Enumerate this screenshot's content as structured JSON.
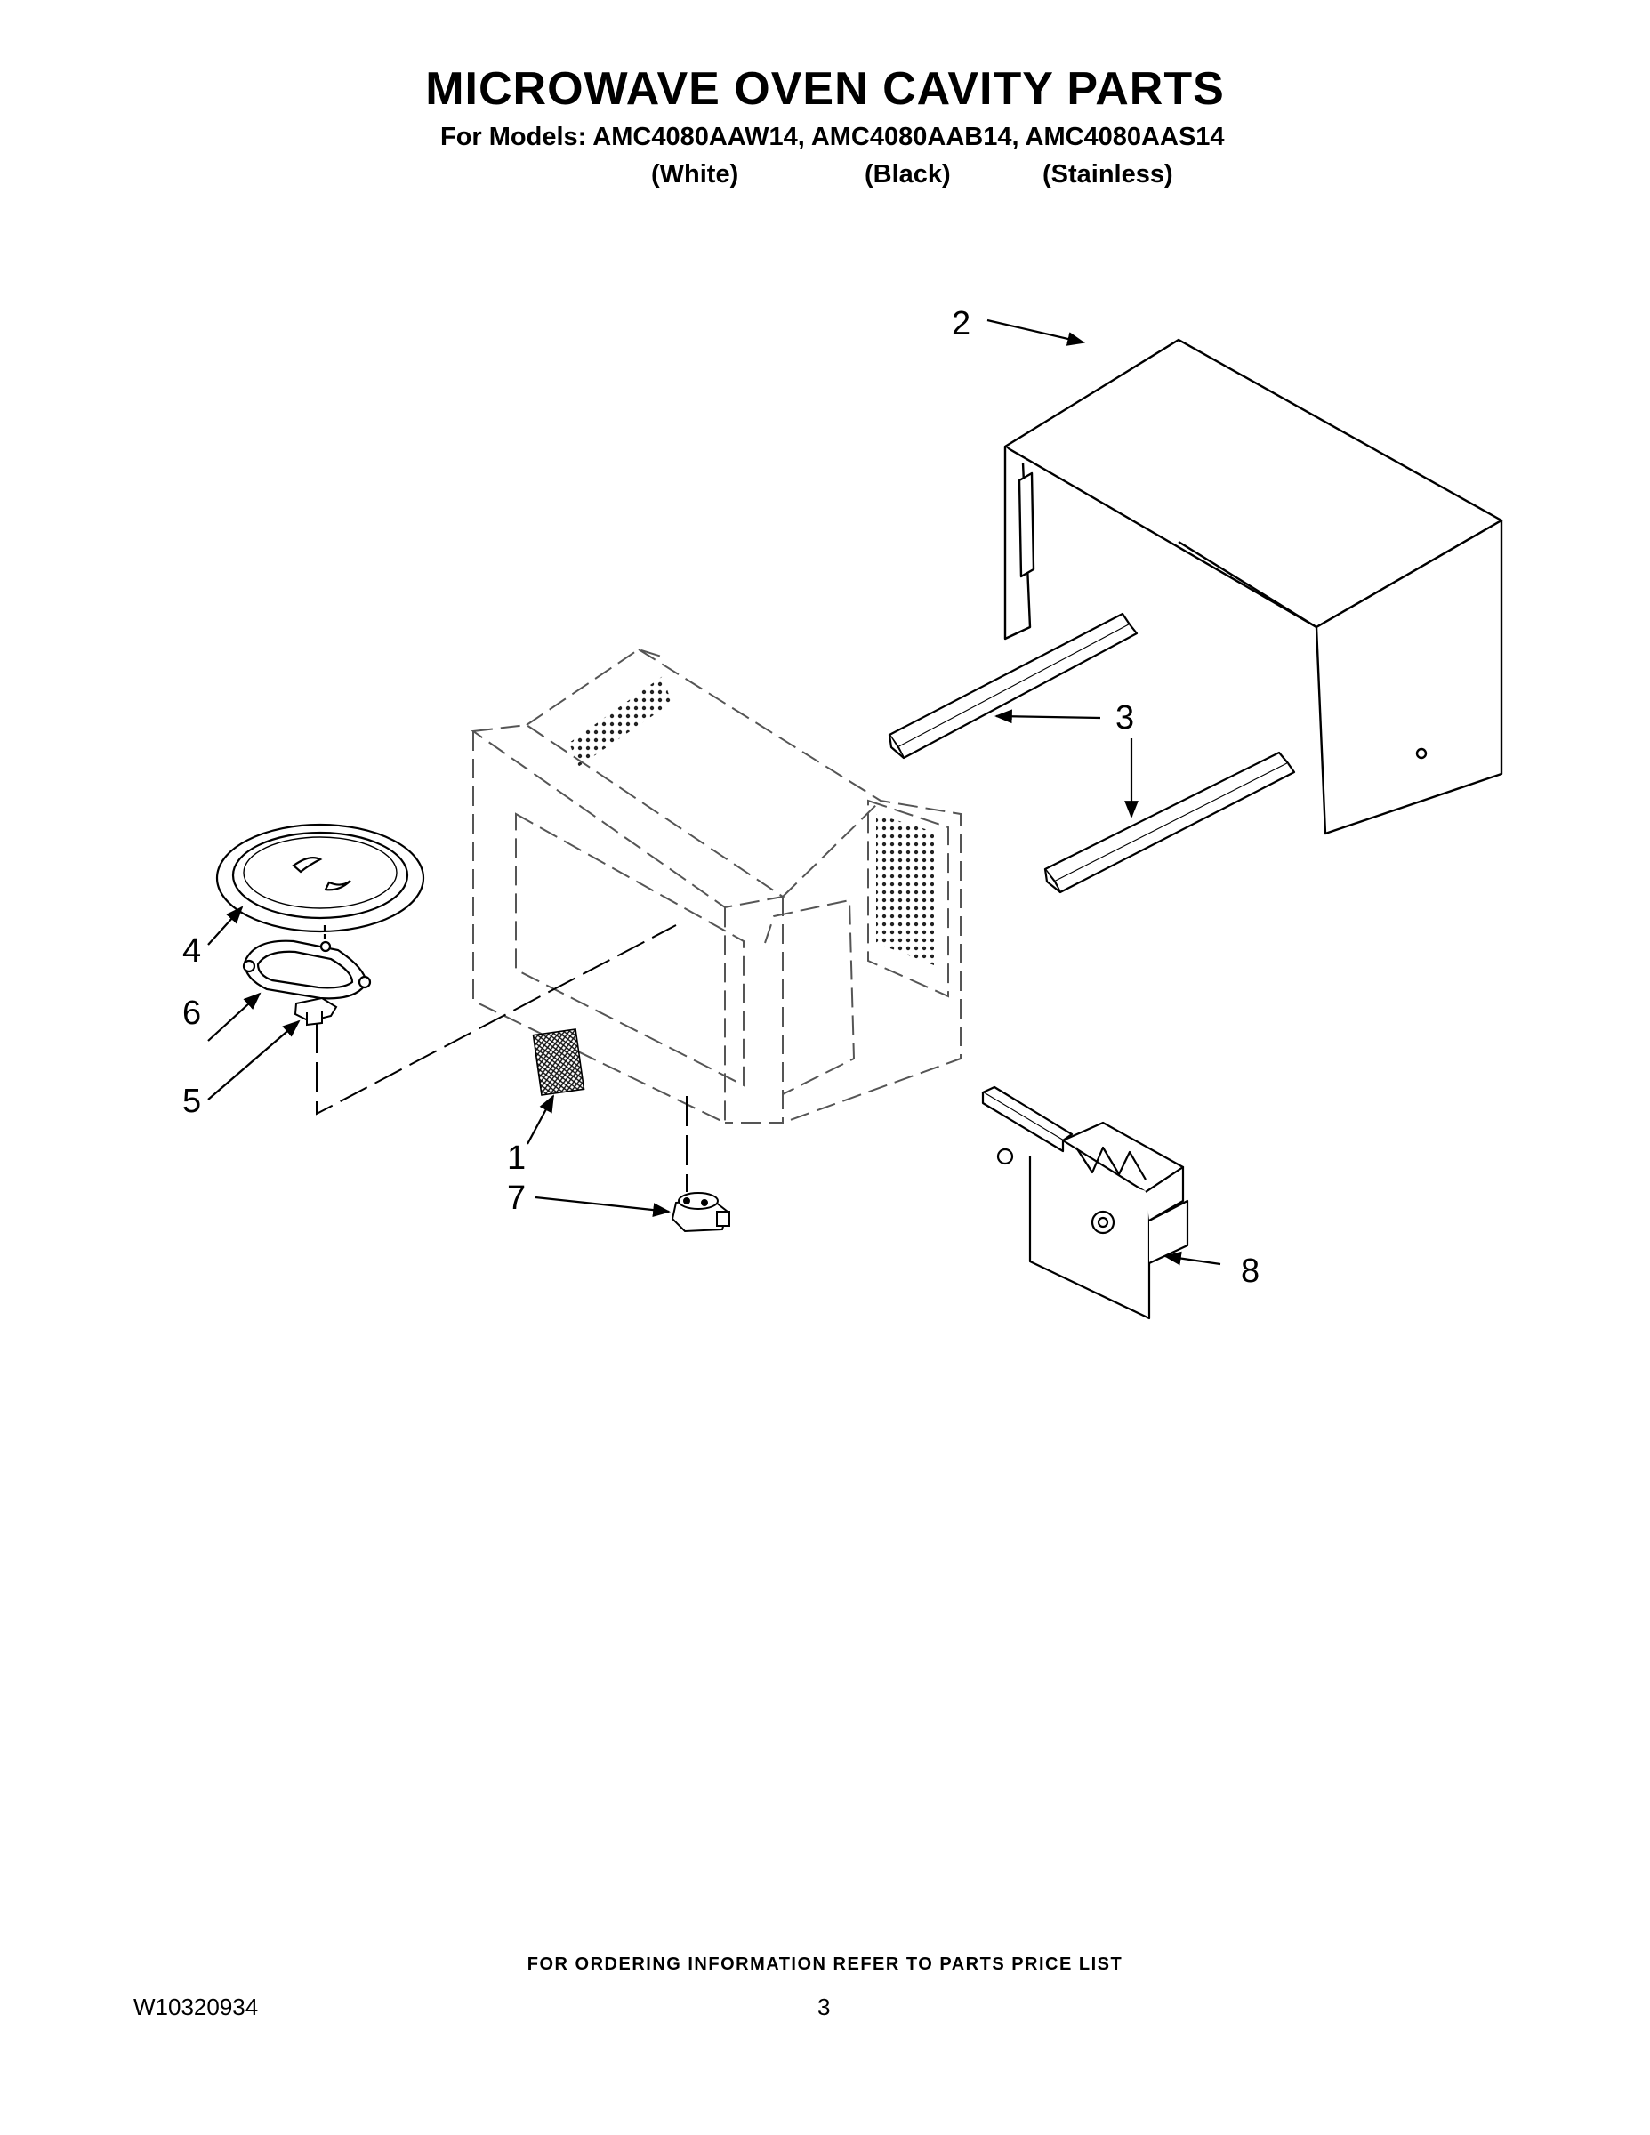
{
  "header": {
    "title": "MICROWAVE OVEN CAVITY PARTS",
    "models_line": "For Models: AMC4080AAW14, AMC4080AAB14, AMC4080AAS14",
    "colors": [
      "(White)",
      "(Black)",
      "(Stainless)"
    ]
  },
  "callouts": {
    "c1": "1",
    "c2": "2",
    "c3": "3",
    "c4": "4",
    "c5": "5",
    "c6": "6",
    "c7": "7",
    "c8": "8"
  },
  "footer": {
    "ordering_note": "FOR ORDERING INFORMATION REFER TO PARTS PRICE LIST",
    "doc_id": "W10320934",
    "page_number": "3"
  }
}
